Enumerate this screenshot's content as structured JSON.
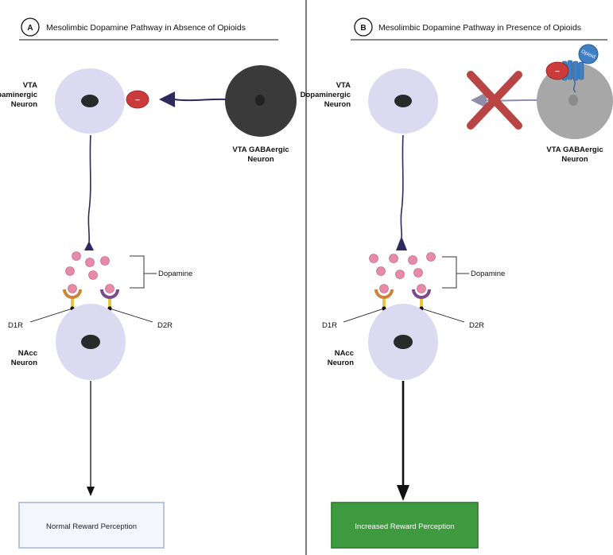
{
  "colors": {
    "neuron_light": "#dcdaf0",
    "gaba_dark": "#3a3a3a",
    "gaba_gray": "#a7a7a7",
    "nucleus": "#2a2a2a",
    "axon": "#2e2a5c",
    "inhibit_red": "#cc3b3b",
    "cross_red": "#b94444",
    "dopamine_pink": "#e58aa8",
    "d1_receptor": "#c8863a",
    "d2_receptor": "#7a4a8c",
    "stem_yellow": "#e8c640",
    "opioid_blue": "#3f7fc4",
    "box_a_border": "#a9b8d6",
    "box_a_fill": "#f3f6fb",
    "box_b_border": "#2f7a2f",
    "box_b_fill": "#3e9a3e"
  },
  "panels": {
    "a": {
      "letter": "A",
      "title": "Mesolimbic Dopamine Pathway in Absence of Opioids",
      "vta_dopaminergic_label": [
        "VTA",
        "Dopaminergic",
        "Neuron"
      ],
      "vta_gaba_label": [
        "VTA GABAergic",
        "Neuron"
      ],
      "inhibit_symbol": "−",
      "dopamine_label": "Dopamine",
      "d1r_label": "D1R",
      "d2r_label": "D2R",
      "nacc_label": [
        "NAcc",
        "Neuron"
      ],
      "outcome": "Normal Reward Perception"
    },
    "b": {
      "letter": "B",
      "title": "Mesolimbic Dopamine Pathway in Presence of Opioids",
      "vta_dopaminergic_label": [
        "VTA",
        "Dopaminergic",
        "Neuron"
      ],
      "vta_gaba_label": [
        "VTA GABAergic",
        "Neuron"
      ],
      "inhibit_symbol": "−",
      "opioid_label": "Opioid",
      "dopamine_label": "Dopamine",
      "d1r_label": "D1R",
      "d2r_label": "D2R",
      "nacc_label": [
        "NAcc",
        "Neuron"
      ],
      "outcome": "Increased Reward Perception"
    }
  }
}
